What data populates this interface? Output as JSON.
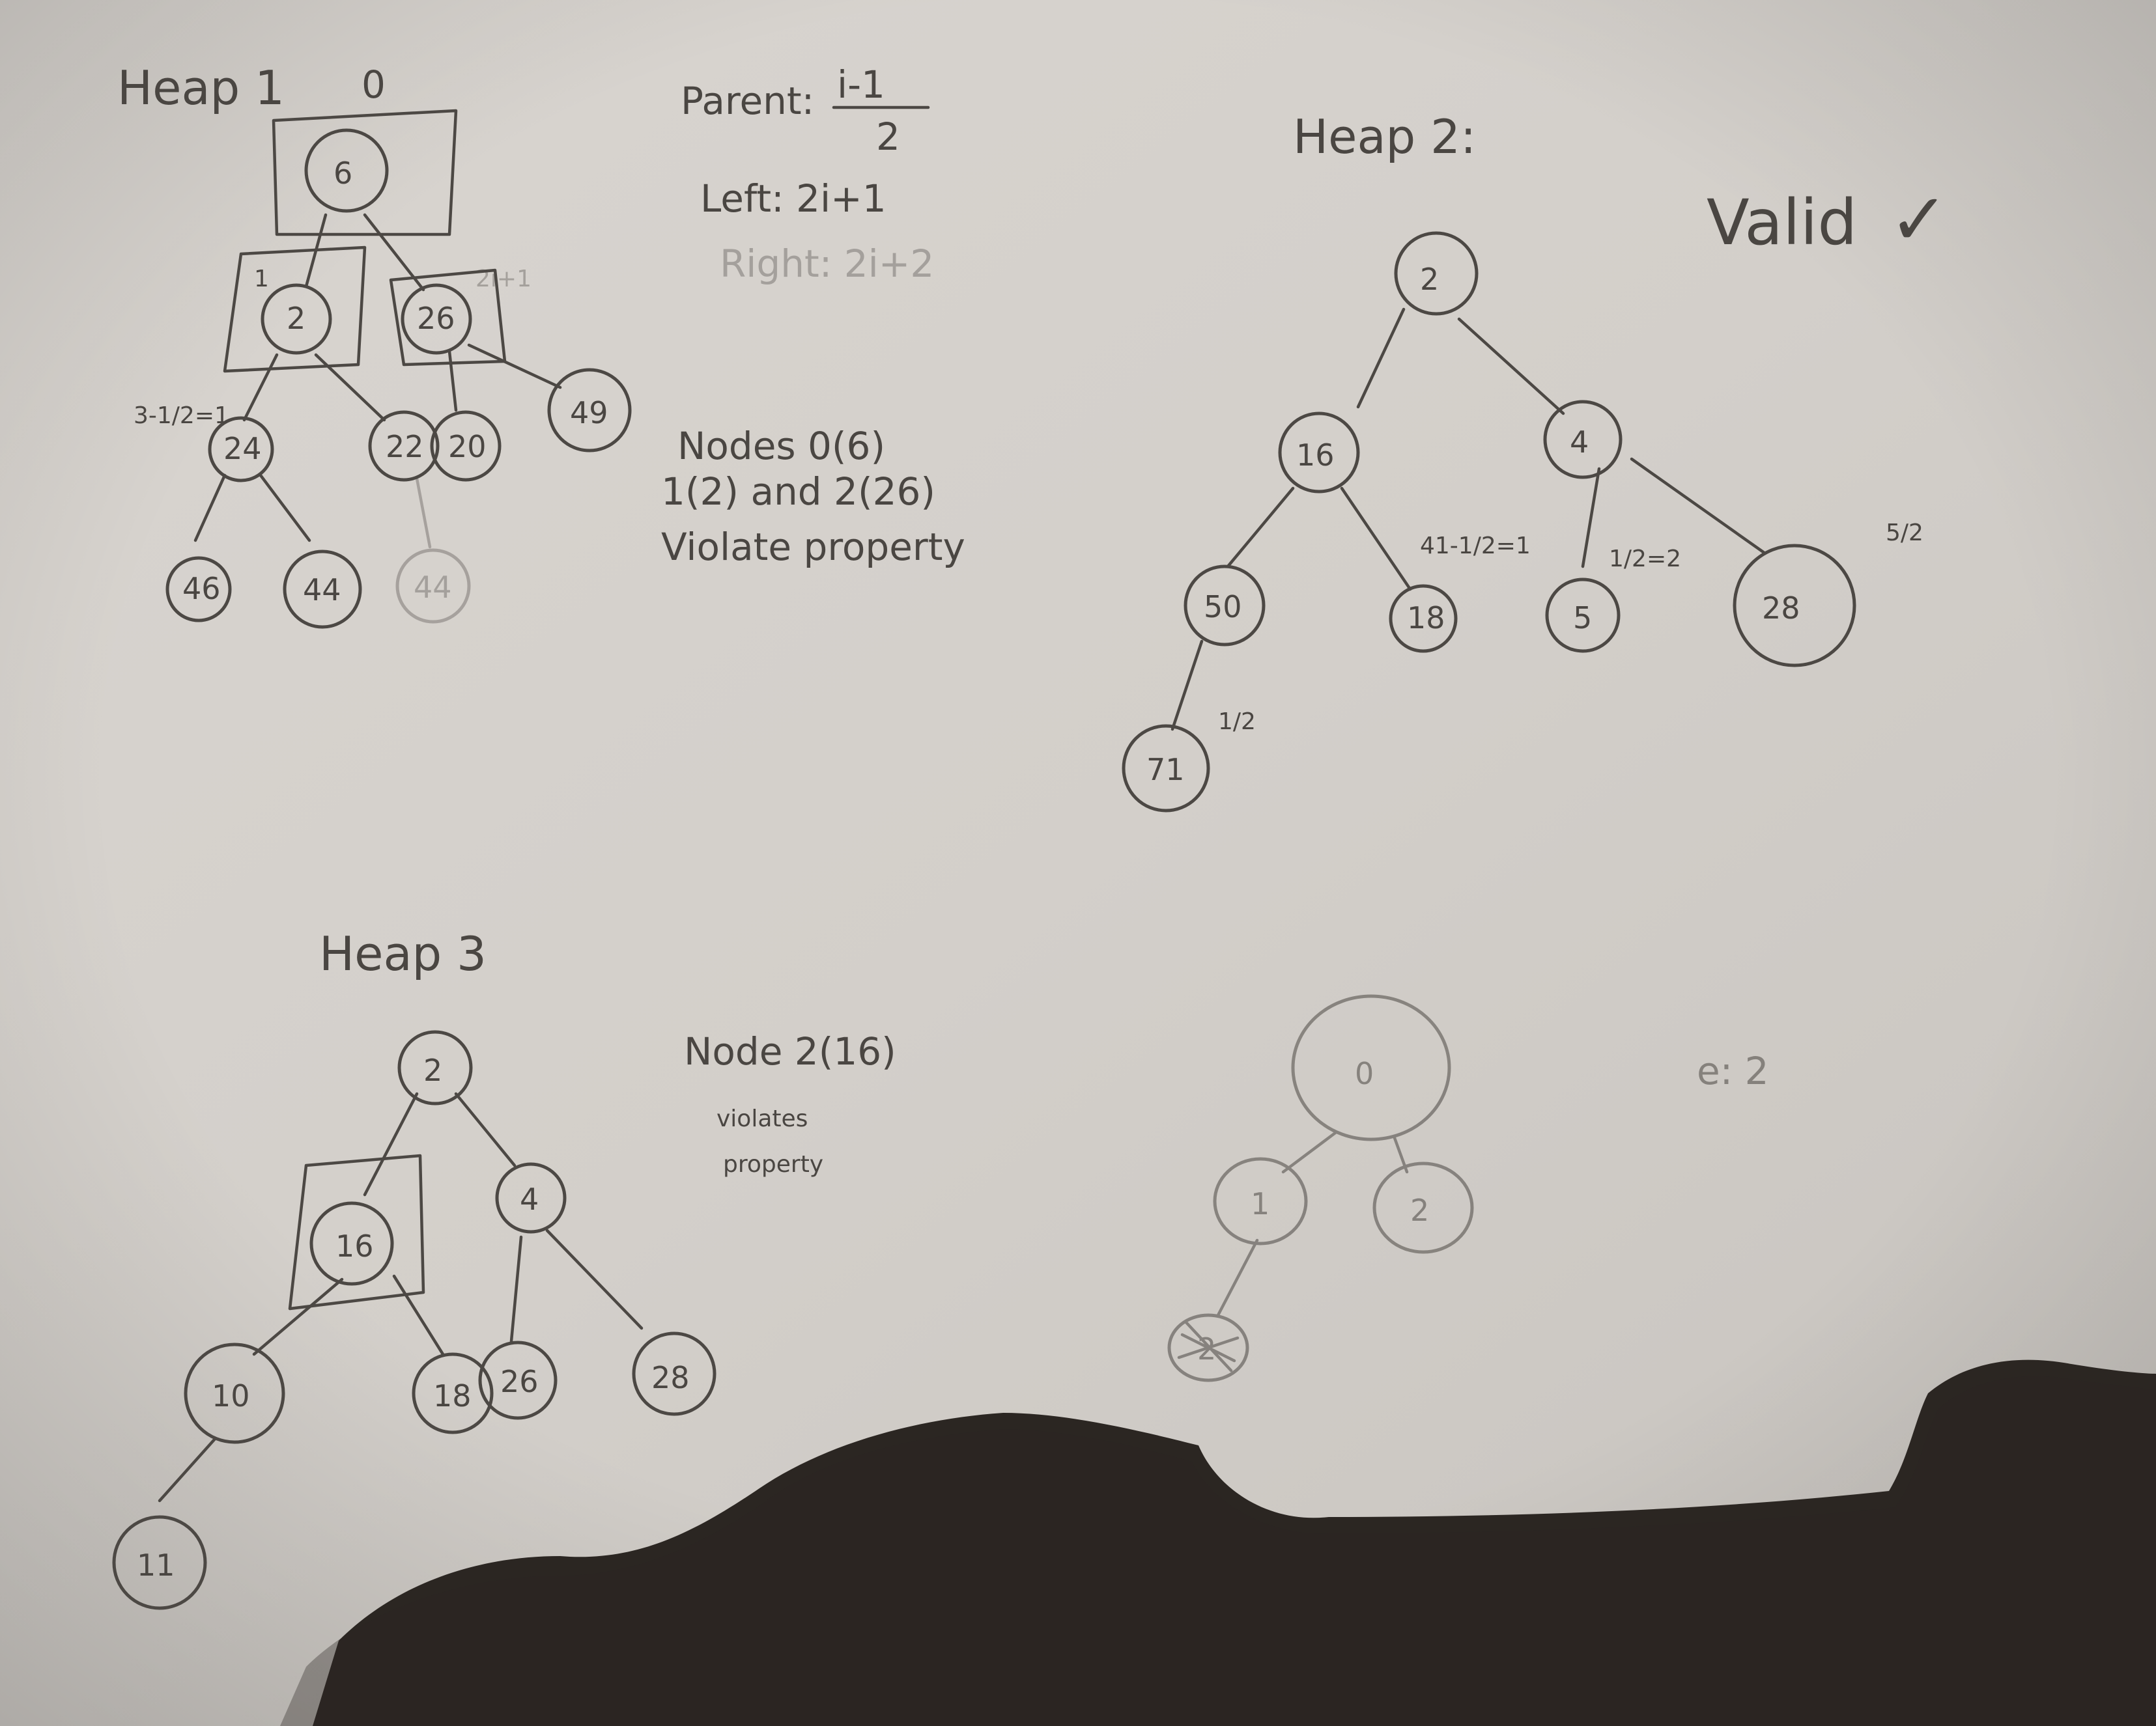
{
  "heap1": {
    "title": "Heap 1",
    "index_label": "0",
    "nodes": [
      "6",
      "2",
      "26",
      "24",
      "22",
      "20",
      "49",
      "46",
      "44",
      "44"
    ],
    "annotation_left": "3-1/2=1",
    "annotation_right": "2i+1",
    "marker": "1"
  },
  "formulas": {
    "parent_label": "Parent:",
    "parent_numerator": "i-1",
    "parent_denominator": "2",
    "left": "Left: 2i+1",
    "right": "Right: 2i+2"
  },
  "notes1": {
    "line1": "Nodes 0(6)",
    "line2": "1(2) and 2(26)",
    "line3": "Violate property"
  },
  "heap2": {
    "title": "Heap 2:",
    "verdict": "Valid",
    "check": "✓",
    "nodes": [
      "2",
      "16",
      "4",
      "50",
      "18",
      "5",
      "28",
      "71"
    ],
    "calc1": "41-1/2=1",
    "calc2": "1/2=2",
    "frac_right": "5/2",
    "frac_small": "1/2"
  },
  "heap3": {
    "title": "Heap 3",
    "nodes": [
      "2",
      "16",
      "4",
      "10",
      "18",
      "26",
      "28",
      "11"
    ],
    "note_line1": "Node 2(16)",
    "note_line2": "violates",
    "note_line3": "property"
  },
  "sketch": {
    "nodes": [
      "0",
      "1",
      "2",
      "2"
    ],
    "label": "e: 2"
  }
}
